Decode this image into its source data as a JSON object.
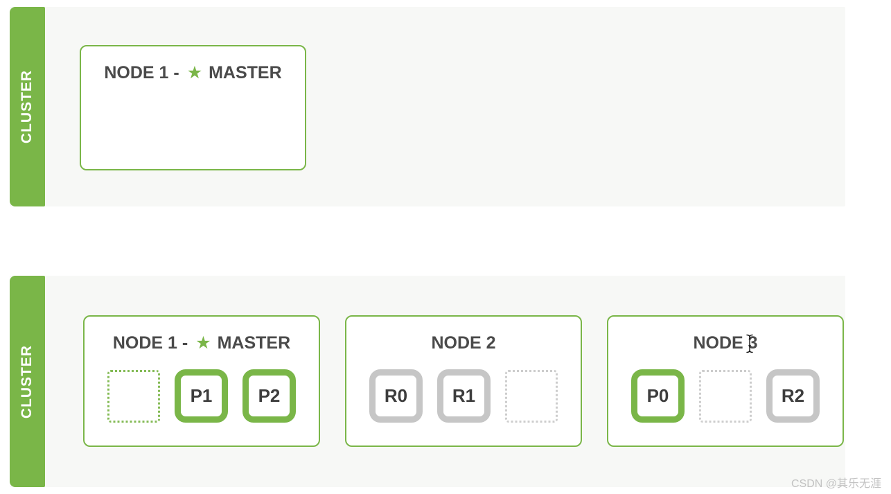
{
  "colors": {
    "cluster_green": "#7ab648",
    "replica_gray": "#c6c6c6",
    "title_text": "#4a4a4a",
    "section_background": "#f7f8f6",
    "watermark_gray": "#c2c2c2"
  },
  "sections": [
    {
      "label": "CLUSTER",
      "nodes": [
        {
          "title_prefix": "NODE 1 -",
          "master_star": "★",
          "title_suffix": "MASTER",
          "shards": []
        }
      ]
    },
    {
      "label": "CLUSTER",
      "nodes": [
        {
          "title_prefix": "NODE 1 -",
          "master_star": "★",
          "title_suffix": "MASTER",
          "shards": [
            {
              "type": "empty-primary-slot",
              "label": ""
            },
            {
              "type": "primary",
              "label": "P1"
            },
            {
              "type": "primary",
              "label": "P2"
            }
          ]
        },
        {
          "title": "NODE 2",
          "shards": [
            {
              "type": "replica",
              "label": "R0"
            },
            {
              "type": "replica",
              "label": "R1"
            },
            {
              "type": "empty-replica-slot",
              "label": ""
            }
          ]
        },
        {
          "title": "NODE 3",
          "shards": [
            {
              "type": "primary",
              "label": "P0"
            },
            {
              "type": "empty-replica-slot",
              "label": ""
            },
            {
              "type": "replica",
              "label": "R2"
            }
          ]
        }
      ]
    }
  ],
  "watermark": "CSDN @其乐无涯"
}
